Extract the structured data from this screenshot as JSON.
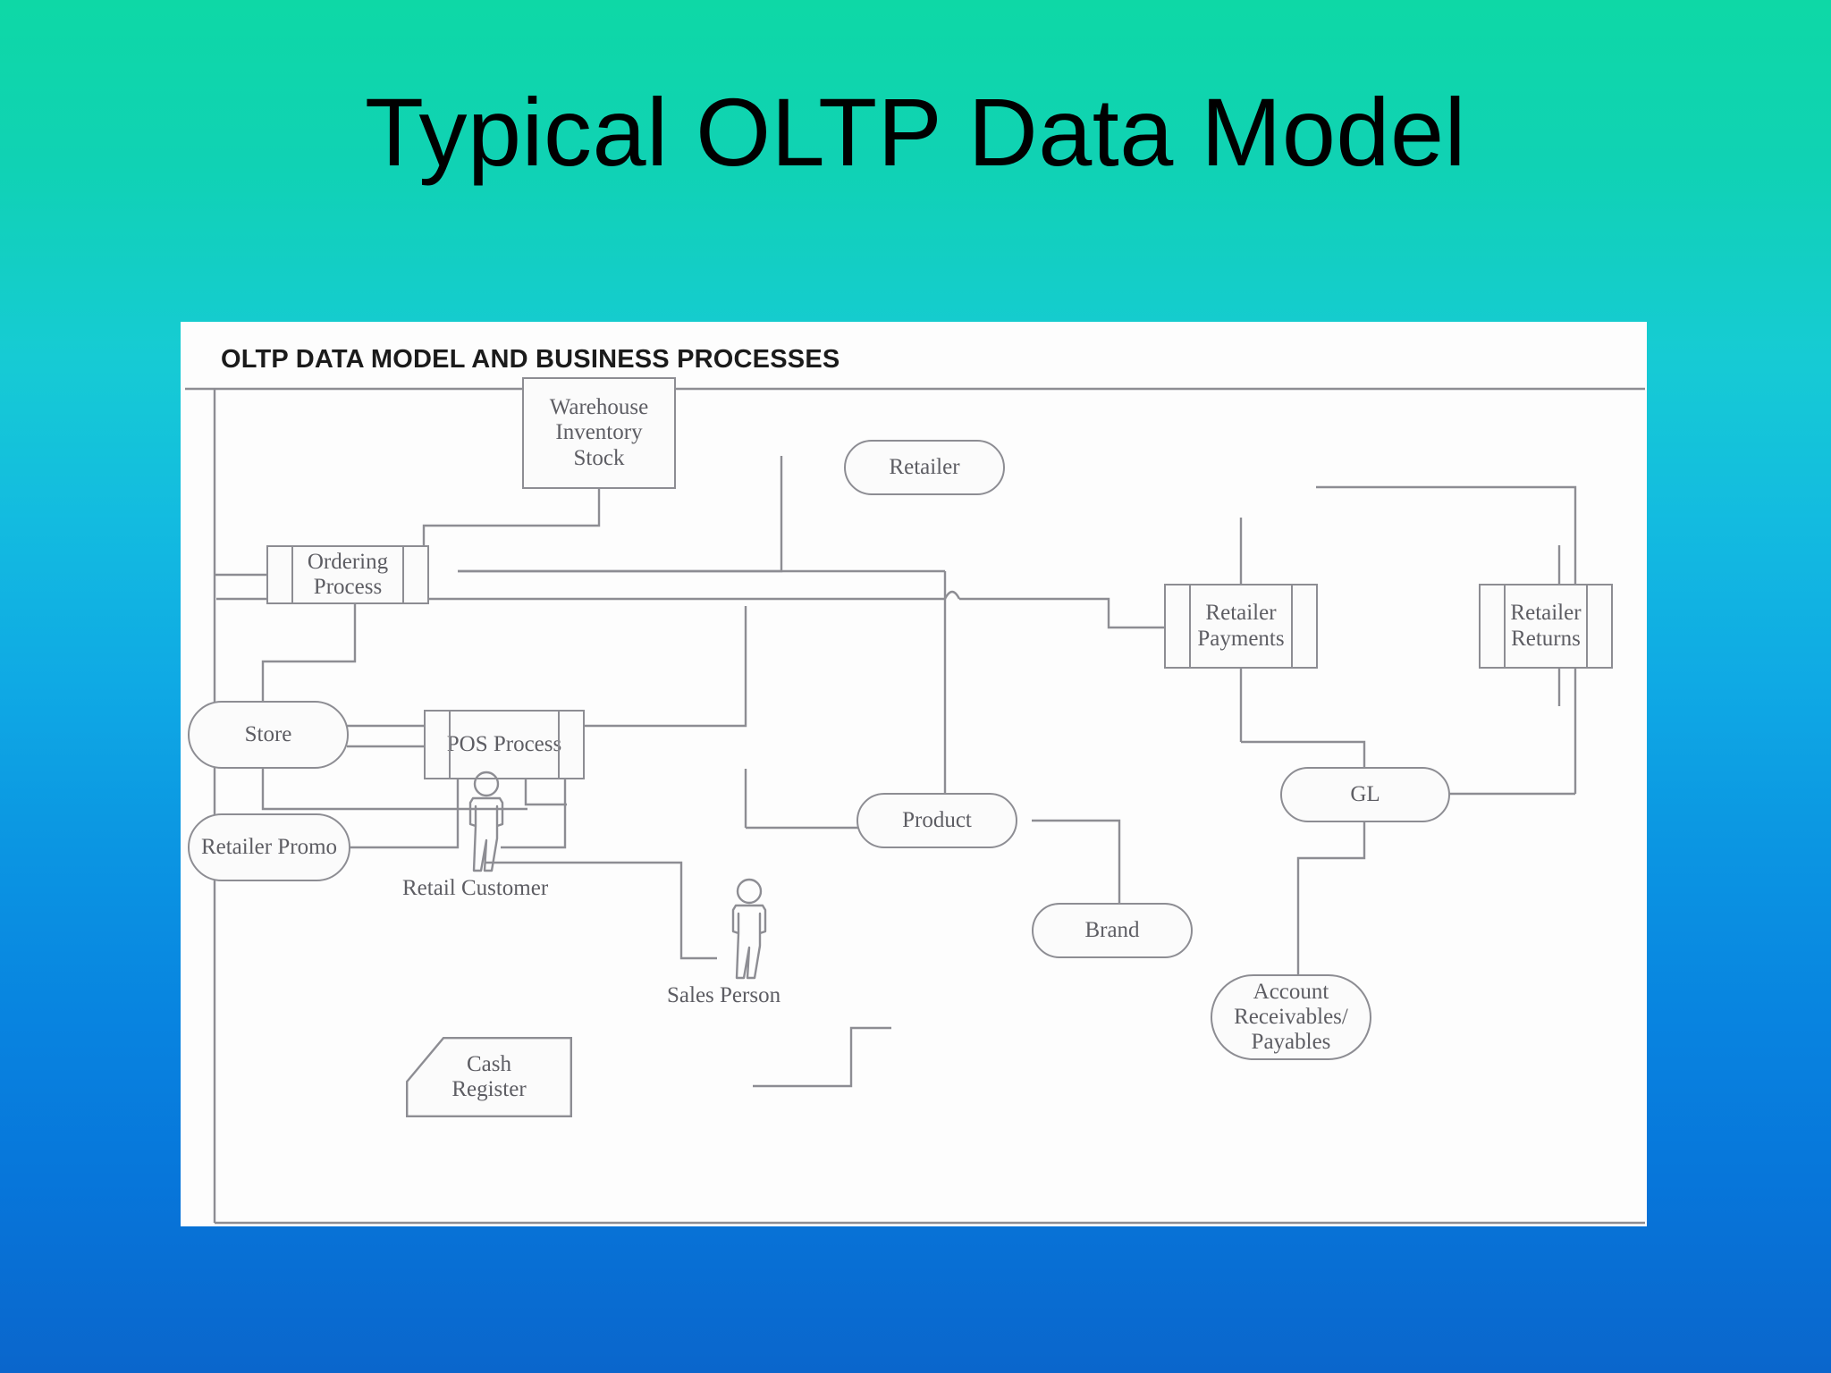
{
  "slide": {
    "title": "Typical OLTP Data Model",
    "background": {
      "top_color": "#0ed8a6",
      "bottom_color": "#0a66cc"
    }
  },
  "figure": {
    "caption": "OLTP DATA MODEL AND BUSINESS PROCESSES",
    "panel_background": "#fdfdfd",
    "line_color": "#8d8d93",
    "text_color": "#5d5d63"
  },
  "diagram": {
    "type": "data-flow / entity-process diagram",
    "nodes": [
      {
        "id": "warehouse-inventory-stock",
        "label": "Warehouse\nInventory\nStock",
        "shape": "rectangle"
      },
      {
        "id": "ordering-process",
        "label": "Ordering\nProcess",
        "shape": "process"
      },
      {
        "id": "retailer",
        "label": "Retailer",
        "shape": "stadium"
      },
      {
        "id": "retailer-payments",
        "label": "Retailer\nPayments",
        "shape": "process"
      },
      {
        "id": "retailer-returns",
        "label": "Retailer\nReturns",
        "shape": "process"
      },
      {
        "id": "store",
        "label": "Store",
        "shape": "stadium"
      },
      {
        "id": "pos-process",
        "label": "POS Process",
        "shape": "process"
      },
      {
        "id": "product",
        "label": "Product",
        "shape": "stadium"
      },
      {
        "id": "gl",
        "label": "GL",
        "shape": "stadium"
      },
      {
        "id": "retailer-promo",
        "label": "Retailer Promo",
        "shape": "stadium"
      },
      {
        "id": "brand",
        "label": "Brand",
        "shape": "stadium"
      },
      {
        "id": "account-receivables-payables",
        "label": "Account\nReceivables/\nPayables",
        "shape": "stadium"
      },
      {
        "id": "retail-customer",
        "label": "Retail Customer",
        "shape": "actor"
      },
      {
        "id": "sales-person",
        "label": "Sales Person",
        "shape": "actor"
      },
      {
        "id": "cash-register",
        "label": "Cash\nRegister",
        "shape": "chamfered-rectangle"
      }
    ],
    "node_labels": {
      "warehouse_inventory_stock_line1": "Warehouse",
      "warehouse_inventory_stock_line2": "Inventory",
      "warehouse_inventory_stock_line3": "Stock",
      "ordering_process_line1": "Ordering",
      "ordering_process_line2": "Process",
      "retailer": "Retailer",
      "retailer_payments_line1": "Retailer",
      "retailer_payments_line2": "Payments",
      "retailer_returns_line1": "Retailer",
      "retailer_returns_line2": "Returns",
      "store": "Store",
      "pos_process": "POS Process",
      "product": "Product",
      "gl": "GL",
      "retailer_promo": "Retailer Promo",
      "brand": "Brand",
      "account_rp_line1": "Account",
      "account_rp_line2": "Receivables/",
      "account_rp_line3": "Payables",
      "retail_customer": "Retail Customer",
      "sales_person": "Sales Person",
      "cash_register_line1": "Cash",
      "cash_register_line2": "Register"
    },
    "edges": [
      {
        "from": "warehouse-inventory-stock",
        "to": "ordering-process"
      },
      {
        "from": "ordering-process",
        "to": "store"
      },
      {
        "from": "ordering-process",
        "to": "product"
      },
      {
        "from": "ordering-process",
        "to": "retailer-payments"
      },
      {
        "from": "retailer",
        "to": "retailer-payments"
      },
      {
        "from": "retailer",
        "to": "retailer-returns"
      },
      {
        "from": "retailer-payments",
        "to": "gl"
      },
      {
        "from": "retailer-returns",
        "to": "gl"
      },
      {
        "from": "store",
        "to": "pos-process"
      },
      {
        "from": "store",
        "to": "frame-left"
      },
      {
        "from": "retailer-promo",
        "to": "pos-process"
      },
      {
        "from": "pos-process",
        "to": "retail-customer"
      },
      {
        "from": "pos-process",
        "to": "sales-person"
      },
      {
        "from": "product",
        "to": "brand"
      },
      {
        "from": "gl",
        "to": "account-receivables-payables"
      },
      {
        "from": "cash-register",
        "to": "sales-person"
      }
    ]
  }
}
